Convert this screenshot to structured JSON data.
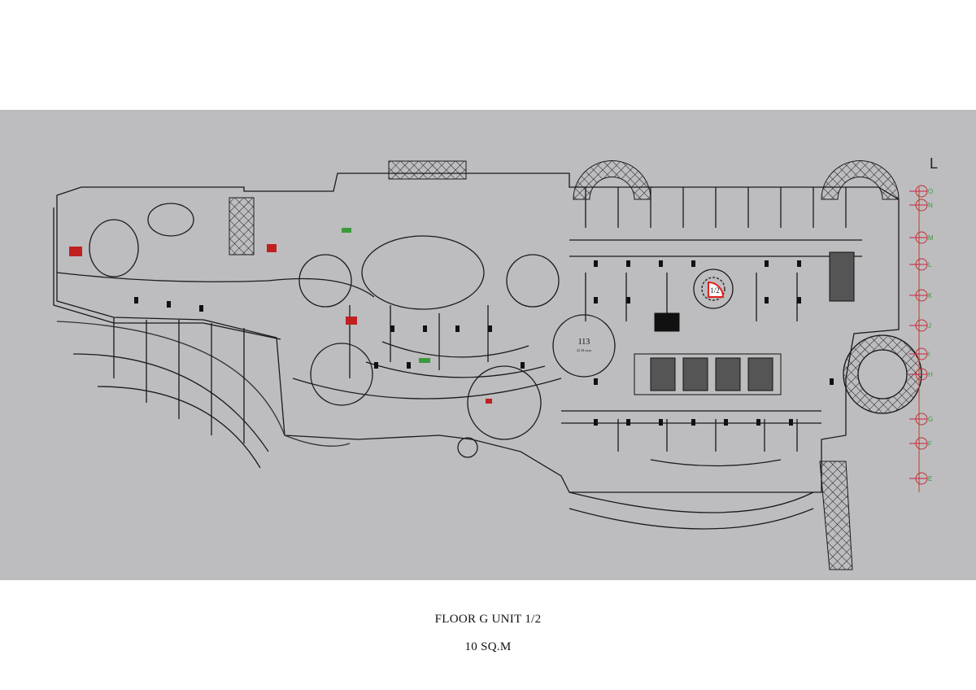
{
  "plan": {
    "highlight_unit_label": "1/2",
    "highlight_color": "#e0201c",
    "node_label": "113",
    "node_sublabel": "22.18 sq.m",
    "grid_axis_labels": [
      "O",
      "N",
      "M",
      "L",
      "K",
      "J",
      "I",
      "H",
      "G",
      "F",
      "E"
    ],
    "corner_mark": "L"
  },
  "caption": {
    "title": "FLOOR G UNIT 1/2",
    "area": "10 SQ.M"
  }
}
